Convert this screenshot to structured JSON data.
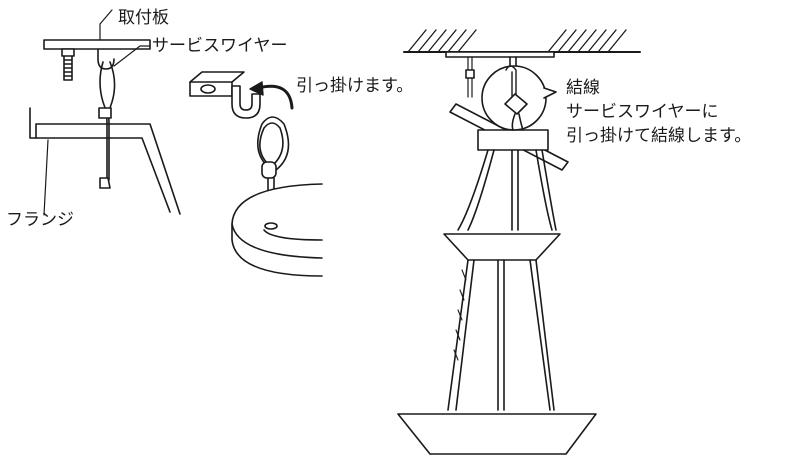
{
  "labels": {
    "mounting_plate": "取付板",
    "service_wire_left": "サービスワイヤー",
    "flange": "フランジ",
    "hook_on": "引っ掛けます。",
    "wiring_title": "結線",
    "wiring_line2": "サービスワイヤーに",
    "wiring_line3": "引っ掛けて結線します。"
  }
}
